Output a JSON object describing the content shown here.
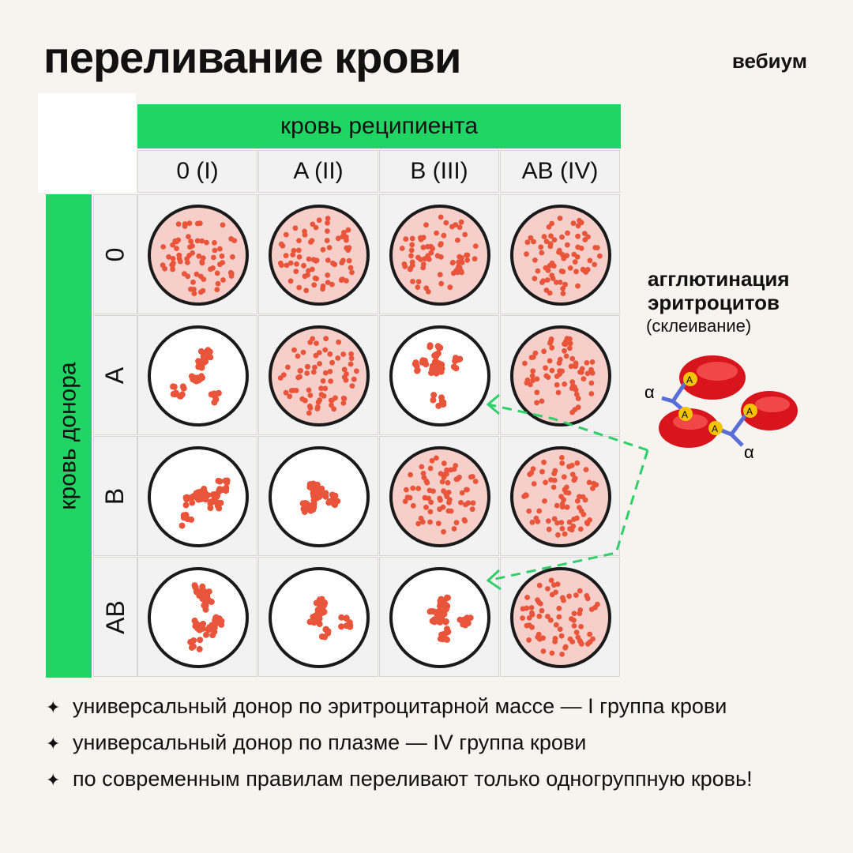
{
  "title": "переливание крови",
  "brand": "вебиум",
  "header": {
    "recipient_label": "кровь реципиента",
    "donor_label": "кровь донора",
    "recipient_groups": [
      "0 (I)",
      "A (II)",
      "B (III)",
      "AB (IV)"
    ],
    "donor_groups": [
      "0",
      "A",
      "B",
      "AB"
    ]
  },
  "grid": [
    [
      true,
      true,
      true,
      true
    ],
    [
      false,
      true,
      false,
      true
    ],
    [
      false,
      false,
      true,
      true
    ],
    [
      false,
      false,
      false,
      true
    ]
  ],
  "agglutination": {
    "title_line1": "агглютинация",
    "title_line2": "эритроцитов",
    "subtitle": "(склеивание)",
    "antibody_label": "α",
    "antigen_label": "A"
  },
  "notes": [
    "универсальный донор по эритроцитарной массе — I группа крови",
    "универсальный донор по плазме — IV группа крови",
    "по современным правилам переливают только одногруппную кровь!"
  ],
  "colors": {
    "accent_green": "#21d565",
    "blood_red": "#e9553a",
    "dish_tint": "#f6cfcb",
    "rbc_red": "#d8141c"
  }
}
